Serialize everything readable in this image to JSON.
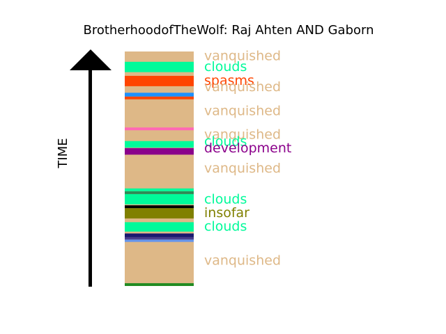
{
  "chart_data": {
    "type": "timeline-strip",
    "title": "BrotherhoodofTheWolf: Raj Ahten AND Gaborn",
    "ylabel": "TIME",
    "axis": "arrow pointing up",
    "ylim": [
      0,
      100
    ],
    "base_color": "#deb887",
    "segments": [
      {
        "start": 0.0,
        "end": 1.2,
        "color": "#228b22"
      },
      {
        "start": 18.8,
        "end": 19.8,
        "color": "#6495ed"
      },
      {
        "start": 19.8,
        "end": 20.8,
        "color": "#483d8b"
      },
      {
        "start": 20.8,
        "end": 22.4,
        "color": "#191970"
      },
      {
        "start": 23.2,
        "end": 27.2,
        "color": "#00fa9a"
      },
      {
        "start": 28.8,
        "end": 33.2,
        "color": "#808000"
      },
      {
        "start": 33.2,
        "end": 34.4,
        "color": "#000000"
      },
      {
        "start": 34.8,
        "end": 39.2,
        "color": "#00fa9a"
      },
      {
        "start": 39.2,
        "end": 40.4,
        "color": "#2e8b57"
      },
      {
        "start": 40.4,
        "end": 41.6,
        "color": "#00fa9a"
      },
      {
        "start": 56.0,
        "end": 58.8,
        "color": "#8b008b"
      },
      {
        "start": 59.0,
        "end": 61.8,
        "color": "#00fa9a"
      },
      {
        "start": 66.4,
        "end": 67.6,
        "color": "#ff69b4"
      },
      {
        "start": 79.6,
        "end": 80.8,
        "color": "#ff4500"
      },
      {
        "start": 80.8,
        "end": 82.4,
        "color": "#1e90ff"
      },
      {
        "start": 85.2,
        "end": 89.6,
        "color": "#ff4500"
      },
      {
        "start": 91.2,
        "end": 95.6,
        "color": "#00fa9a"
      }
    ],
    "labels": [
      {
        "text": "vanquished",
        "y": 98.0,
        "color": "#deb887"
      },
      {
        "text": "clouds",
        "y": 93.4,
        "color": "#00fa9a"
      },
      {
        "text": "spasms",
        "y": 87.6,
        "color": "#ff4500"
      },
      {
        "text": "vanquished",
        "y": 84.8,
        "color": "#deb887"
      },
      {
        "text": "vanquished",
        "y": 74.6,
        "color": "#deb887"
      },
      {
        "text": "vanquished",
        "y": 64.6,
        "color": "#deb887"
      },
      {
        "text": "clouds",
        "y": 61.6,
        "color": "#00fa9a"
      },
      {
        "text": "development",
        "y": 58.8,
        "color": "#8b008b"
      },
      {
        "text": "vanquished",
        "y": 50.2,
        "color": "#deb887"
      },
      {
        "text": "clouds",
        "y": 37.0,
        "color": "#00fa9a"
      },
      {
        "text": "insofar",
        "y": 31.2,
        "color": "#808000"
      },
      {
        "text": "clouds",
        "y": 25.4,
        "color": "#00fa9a"
      },
      {
        "text": "vanquished",
        "y": 10.8,
        "color": "#deb887"
      }
    ]
  }
}
